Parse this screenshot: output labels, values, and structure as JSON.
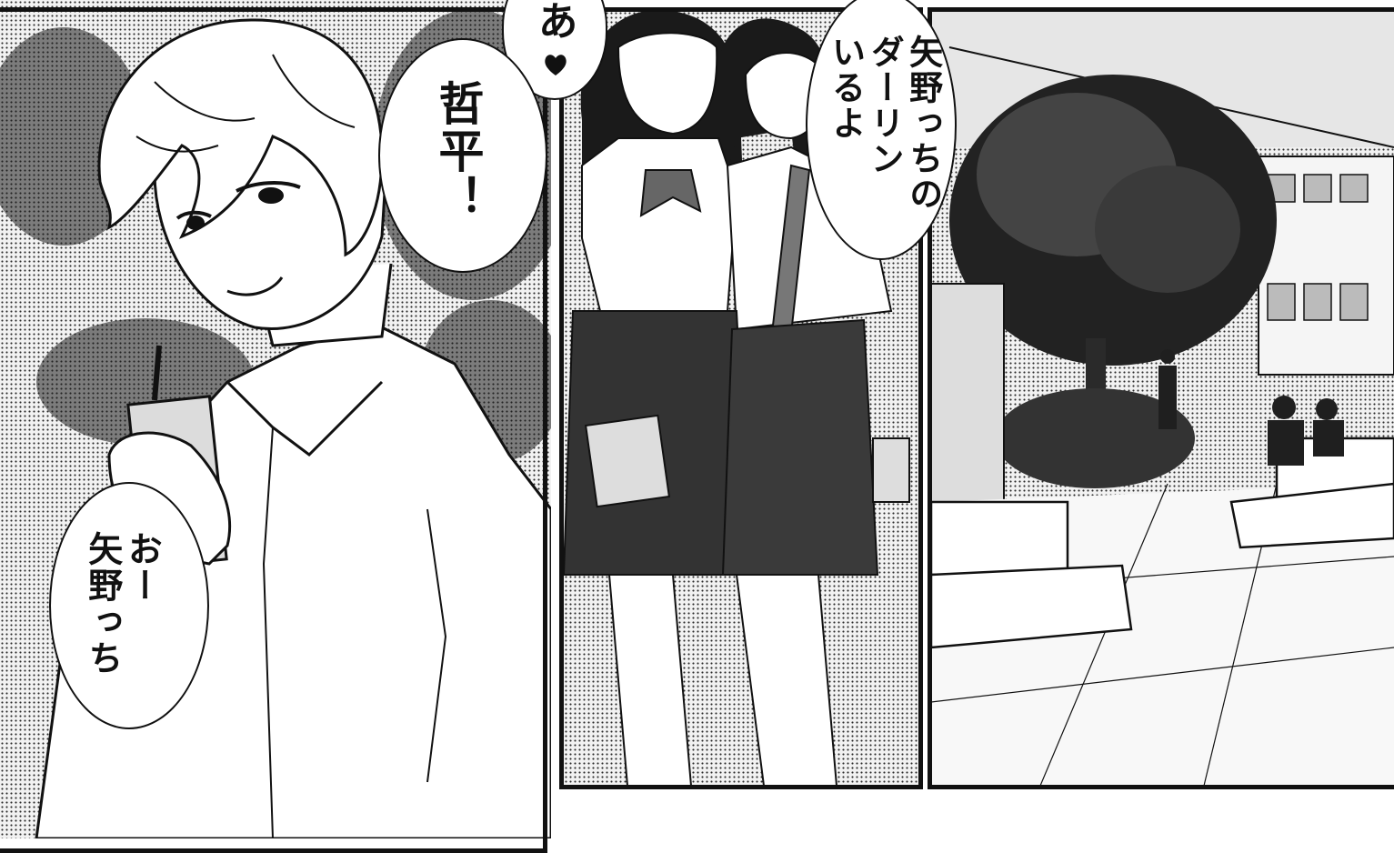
{
  "panels": {
    "left": {
      "speech": {
        "lines": [
          "おー",
          "矢野っち"
        ]
      }
    },
    "middle_top": {
      "speech_a": {
        "text": "あ"
      },
      "speech_b": {
        "text": "哲平！"
      }
    },
    "middle": {
      "speech": {
        "lines": [
          "矢野っちの",
          "ダーリン",
          "いるよ"
        ]
      }
    }
  },
  "icons": {
    "heart": "heart-icon"
  },
  "colors": {
    "ink": "#111111",
    "paper": "#ffffff",
    "screentone": "#2a2a2a"
  }
}
